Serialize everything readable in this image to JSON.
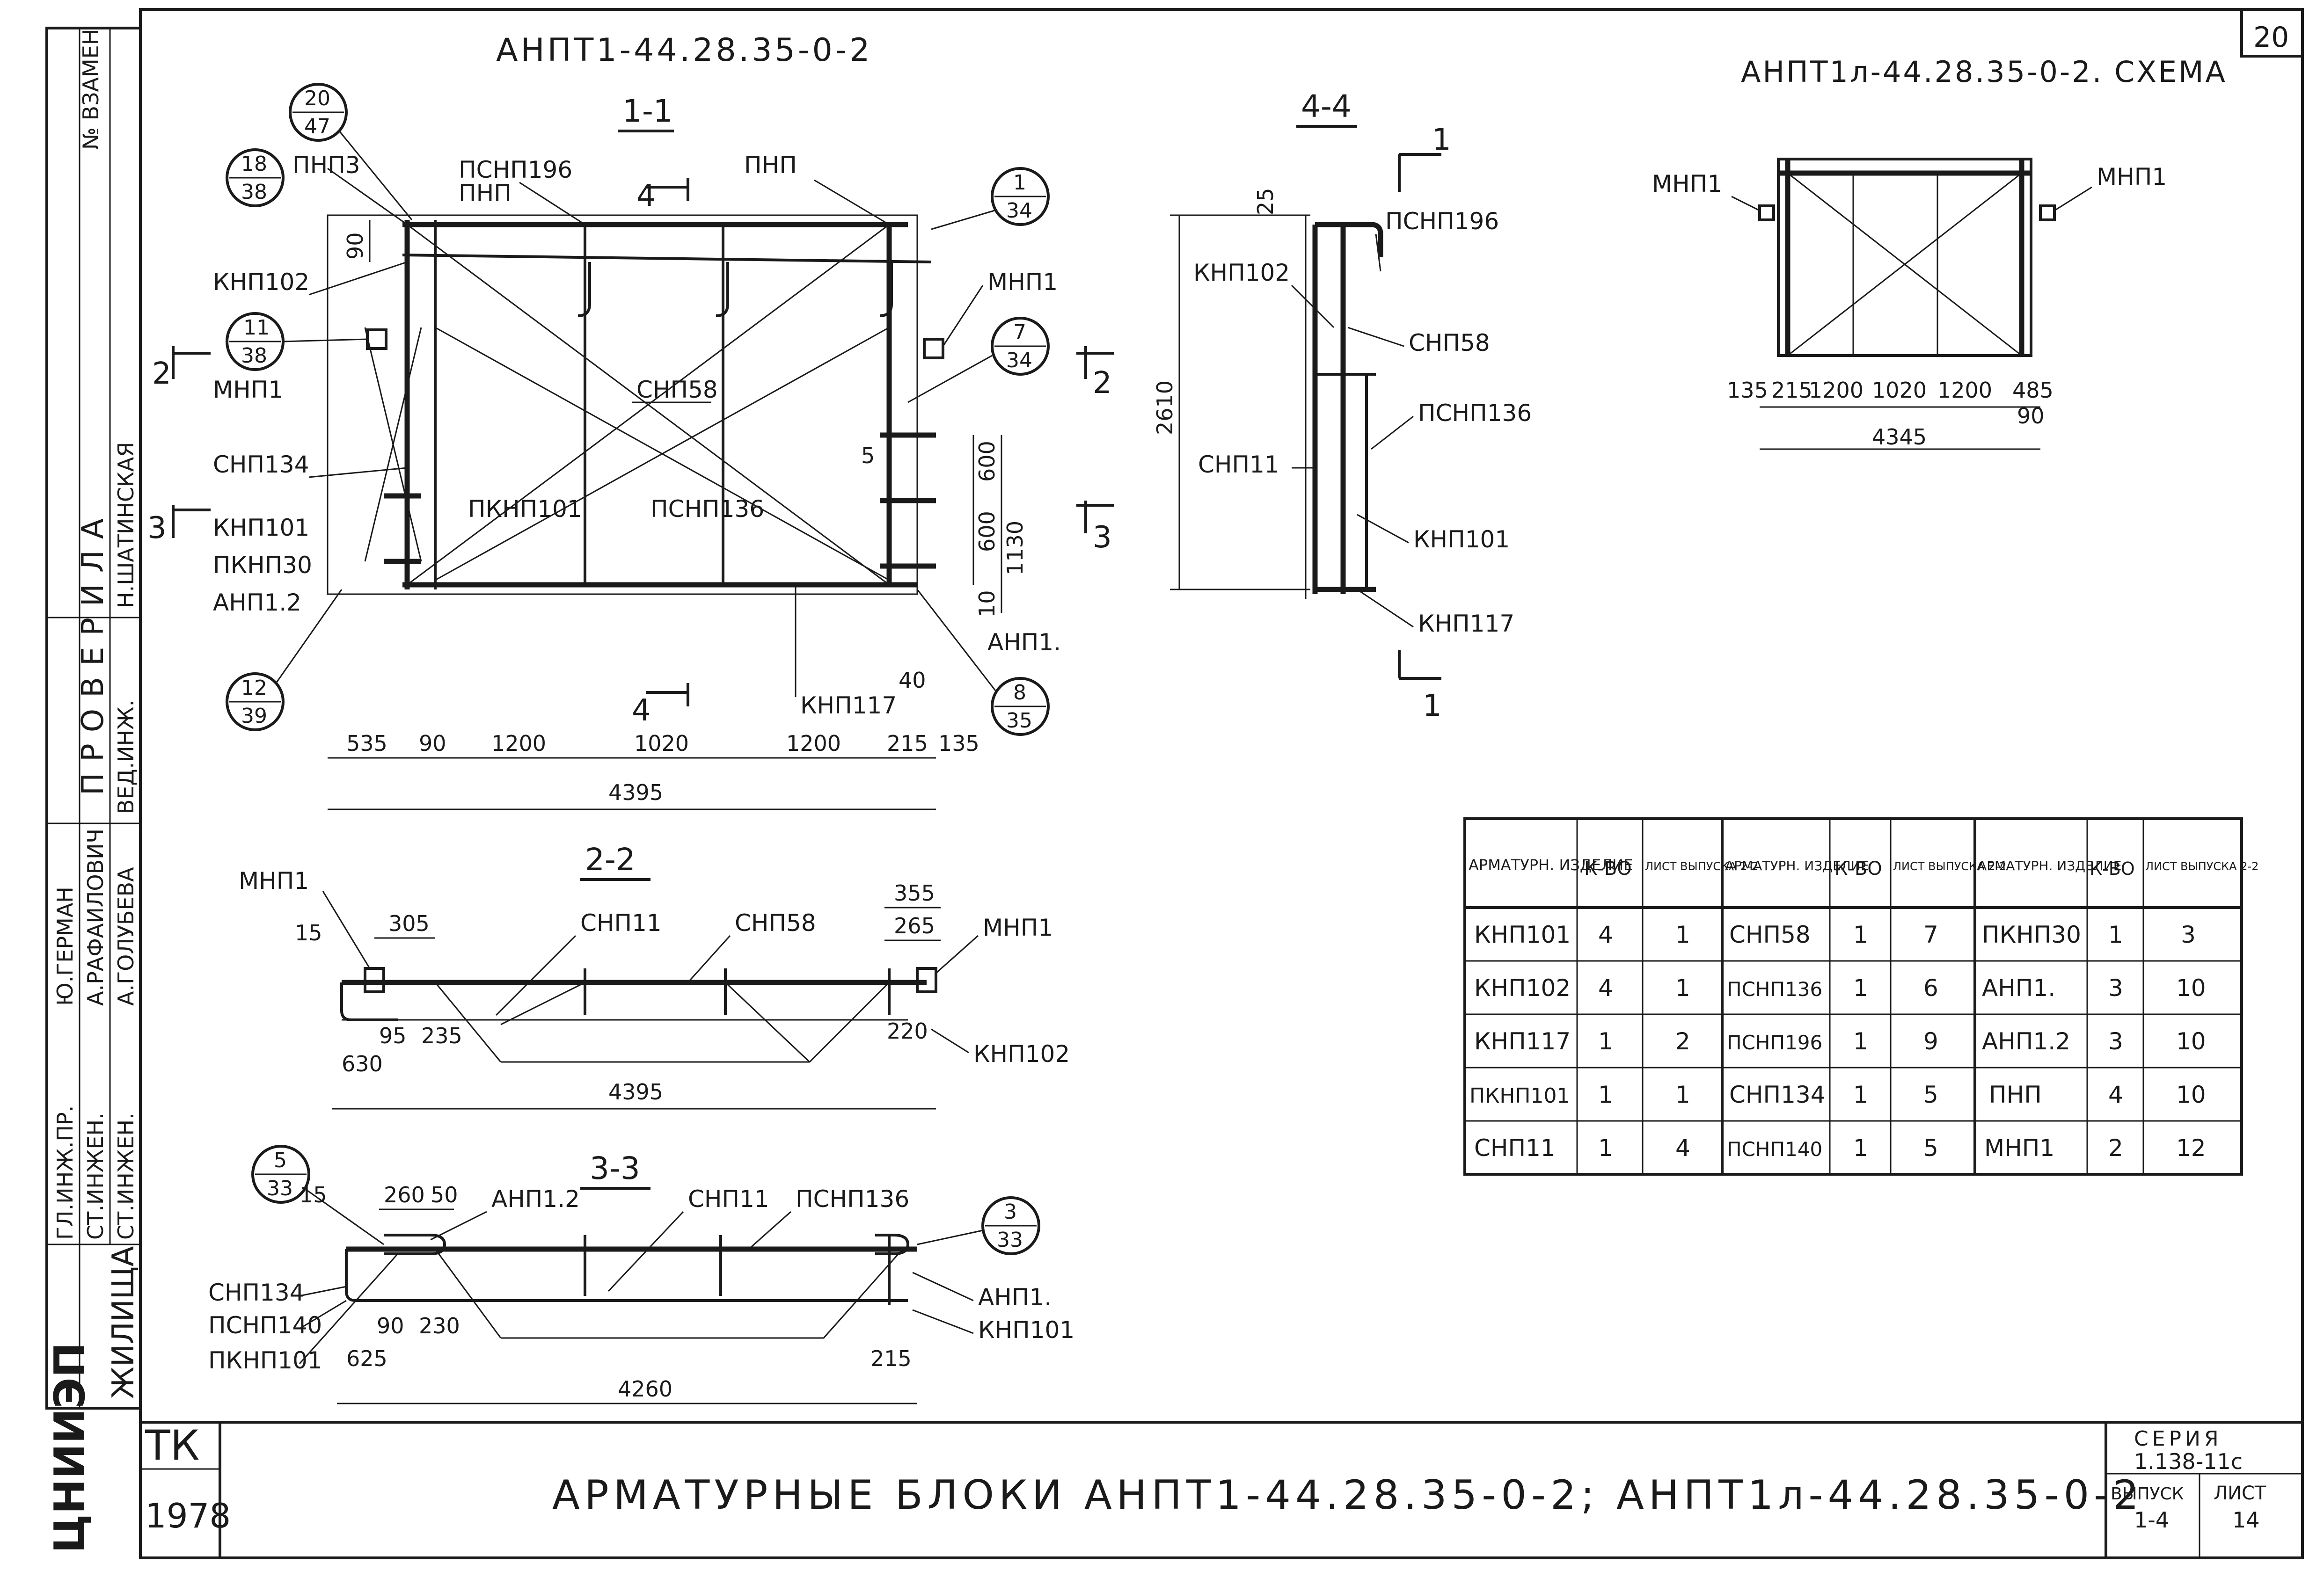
{
  "header": {
    "left_title": "АНПТ1-44.28.35-0-2",
    "right_title": "АНПТ1л-44.28.35-0-2. СХЕМА",
    "sheet_corner": "20"
  },
  "sections": {
    "s11": "1-1",
    "s44": "4-4",
    "s22": "2-2",
    "s33": "3-3",
    "cut1": "1",
    "cut2": "2",
    "cut3": "3",
    "cut4": "4"
  },
  "view11": {
    "labels": [
      "ПНП3",
      "ПСНП196",
      "ПНП",
      "ПНП",
      "КНП102",
      "МНП1",
      "МНП1",
      "СНП58",
      "СНП134",
      "ПКНП101",
      "ПСНП136",
      "КНП101",
      "ПКНП30",
      "АНП1.2",
      "АНП1.",
      "КНП117"
    ],
    "circles": [
      {
        "top": "20",
        "bot": "47"
      },
      {
        "top": "18",
        "bot": "38"
      },
      {
        "top": "1",
        "bot": "34"
      },
      {
        "top": "11",
        "bot": "38"
      },
      {
        "top": "7",
        "bot": "34"
      },
      {
        "top": "12",
        "bot": "39"
      },
      {
        "top": "8",
        "bot": "35"
      }
    ],
    "dims_left": [
      "90"
    ],
    "dims_right": [
      "5",
      "600",
      "600",
      "1130",
      "10",
      "40"
    ],
    "dims_bottom": [
      "535",
      "90",
      "1200",
      "1020",
      "1200",
      "215",
      "135"
    ],
    "total": "4395"
  },
  "view44": {
    "labels": [
      "ПСНП196",
      "КНП102",
      "СНП58",
      "ПСНП136",
      "СНП11",
      "КНП101",
      "КНП117"
    ],
    "dims": [
      "25",
      "2610"
    ]
  },
  "scheme": {
    "labels": [
      "МНП1",
      "МНП1"
    ],
    "dims": [
      "135",
      "215",
      "1200",
      "1020",
      "1200",
      "485",
      "90"
    ],
    "total": "4345"
  },
  "view22": {
    "labels": [
      "МНП1",
      "СНП11",
      "СНП58",
      "МНП1",
      "КНП102"
    ],
    "dims": [
      "15",
      "305",
      "355",
      "265",
      "95",
      "235",
      "220",
      "630"
    ],
    "total": "4395"
  },
  "view33": {
    "circles": [
      {
        "top": "5",
        "bot": "33"
      },
      {
        "top": "3",
        "bot": "33"
      }
    ],
    "labels": [
      "АНП1.2",
      "СНП11",
      "ПСНП136",
      "СНП134",
      "ПСНП140",
      "ПКНП101",
      "АНП1.",
      "КНП101"
    ],
    "dims": [
      "15",
      "260",
      "50",
      "90",
      "230",
      "625",
      "215"
    ],
    "total": "4260"
  },
  "table": {
    "headers": [
      {
        "c1": "АРМАТУРН. ИЗДЕЛИЕ",
        "c2": "К-ВО",
        "c3": "ЛИСТ ВЫПУСКА 2-2"
      },
      {
        "c1": "АРМАТУРН. ИЗДЕЛИЕ",
        "c2": "К-ВО",
        "c3": "ЛИСТ ВЫПУСКА 2-2"
      },
      {
        "c1": "АРМАТУРН. ИЗДЕЛИЕ",
        "c2": "К-ВО",
        "c3": "ЛИСТ ВЫПУСКА 2-2"
      }
    ],
    "rows": [
      [
        "КНП101",
        "4",
        "1",
        "СНП58",
        "1",
        "7",
        "ПКНП30",
        "1",
        "3"
      ],
      [
        "КНП102",
        "4",
        "1",
        "ПСНП136",
        "1",
        "6",
        "АНП1.",
        "3",
        "10"
      ],
      [
        "КНП117",
        "1",
        "2",
        "ПСНП196",
        "1",
        "9",
        "АНП1.2",
        "3",
        "10"
      ],
      [
        "ПКНП101",
        "1",
        "1",
        "СНП134",
        "1",
        "5",
        "ПНП",
        "4",
        "10"
      ],
      [
        "СНП11",
        "1",
        "4",
        "ПСНП140",
        "1",
        "5",
        "МНП1",
        "2",
        "12"
      ]
    ]
  },
  "left_strip": {
    "vzam": "№ ВЗАМЕН",
    "role1": "ГЛ.ИНЖ.ПР.",
    "role2": "СТ.ИНЖЕН.",
    "role3": "СТ.ИНЖЕН.",
    "name1": "Ю.ГЕРМАН",
    "name2": "А.РАФАИЛОВИЧ",
    "name3": "А.ГОЛУБЕВА",
    "checked": "ПРОВЕРИЛА",
    "ved": "ВЕД.ИНЖ.",
    "name4": "Н.ШАТИНСКАЯ",
    "org": "ЖИЛИЩА",
    "org_logo": "ЦНИИЭП"
  },
  "title_block": {
    "tk": "ТК",
    "year": "1978",
    "title": "АРМАТУРНЫЕ БЛОКИ АНПТ1-44.28.35-0-2; АНПТ1л-44.28.35-0-2",
    "series_label": "СЕРИЯ",
    "series": "1.138-11с",
    "issue_label": "ВЫПУСК",
    "issue": "1-4",
    "sheet_label": "ЛИСТ",
    "sheet": "14"
  }
}
